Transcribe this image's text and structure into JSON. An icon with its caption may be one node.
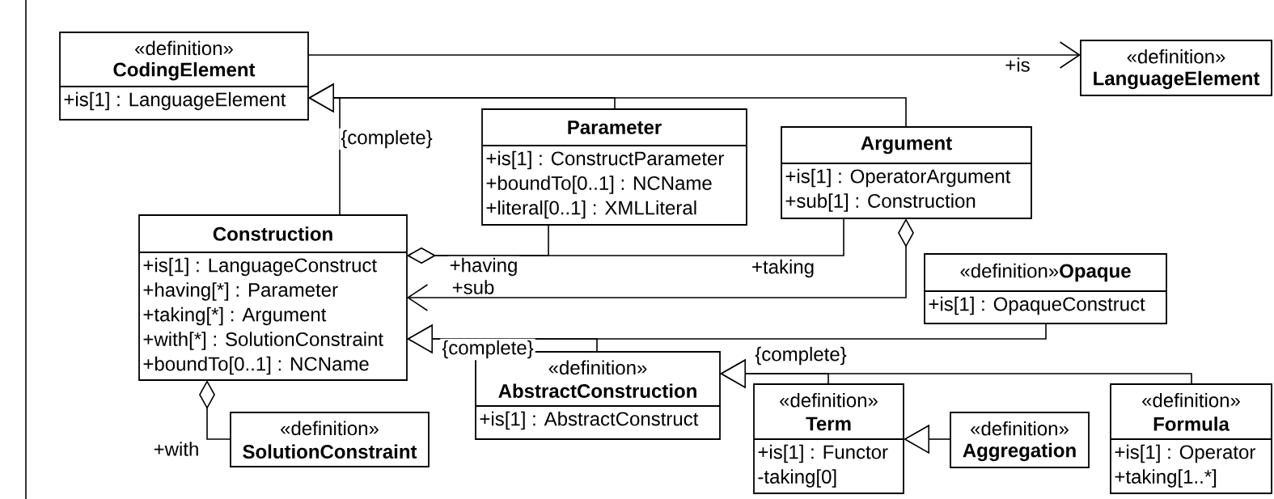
{
  "diagram": {
    "nodes": [
      {
        "text": [
          "«definition»",
          "CodingElement",
          "+is[1] : LanguageElement"
        ]
      },
      {
        "text": [
          "«definition»",
          "LanguageElement"
        ]
      },
      {
        "text": [
          "Parameter",
          "+is[1] : ConstructParameter",
          "+boundTo[0..1] : NCName",
          "+literal[0..1] : XMLLiteral"
        ]
      },
      {
        "text": [
          "Argument",
          "+is[1] : OperatorArgument",
          "+sub[1] : Construction"
        ]
      },
      {
        "text": [
          "Construction",
          "+is[1] : LanguageConstruct",
          "+having[*] : Parameter",
          "+taking[*] : Argument",
          "+with[*] : SolutionConstraint",
          "+boundTo[0..1] : NCName"
        ]
      },
      {
        "text": [
          "«definition»",
          "Opaque",
          "+is[1] : OpaqueConstruct"
        ]
      },
      {
        "text": [
          "«definition»",
          "AbstractConstruction",
          "+is[1] : AbstractConstruct"
        ]
      },
      {
        "text": [
          "«definition»",
          "SolutionConstraint"
        ]
      },
      {
        "text": [
          "«definition»",
          "Term",
          "+is[1] : Functor",
          "-taking[0]"
        ]
      },
      {
        "text": [
          "«definition»",
          "Aggregation"
        ]
      },
      {
        "text": [
          "«definition»",
          "Formula",
          "+is[1] : Operator",
          "+taking[1..*]"
        ]
      }
    ],
    "edges": [
      {
        "from": 0,
        "to": 1,
        "arrow": "to",
        "label": "+is"
      },
      {
        "from": 4,
        "to": 0,
        "arrow": "to",
        "label": "{complete}"
      },
      {
        "from": 2,
        "to": 0,
        "arrow": "to"
      },
      {
        "from": 3,
        "to": 0,
        "arrow": "to"
      },
      {
        "from": 4,
        "to": 2,
        "arrow": "other",
        "label": "+having"
      },
      {
        "from": 4,
        "to": 3,
        "arrow": "other",
        "label": "+taking"
      },
      {
        "from": 3,
        "to": 4,
        "arrow": "to",
        "label": "+sub"
      },
      {
        "from": 6,
        "to": 4,
        "arrow": "to"
      },
      {
        "from": 5,
        "to": 4,
        "arrow": "to",
        "label": "{complete}"
      },
      {
        "from": 8,
        "to": 6,
        "arrow": "to",
        "label": "{complete}"
      },
      {
        "from": 10,
        "to": 6,
        "arrow": "to"
      },
      {
        "from": 9,
        "to": 8,
        "arrow": "to"
      },
      {
        "from": 4,
        "to": 7,
        "arrow": "other",
        "label": "+with"
      }
    ]
  }
}
